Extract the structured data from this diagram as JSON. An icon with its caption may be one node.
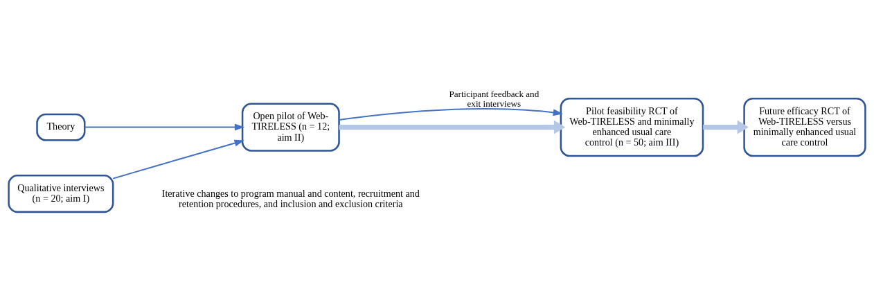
{
  "diagram": {
    "nodes": [
      {
        "text": [
          "Theory"
        ]
      },
      {
        "text": [
          "Qualitative interviews (n = 20; aim I)"
        ]
      },
      {
        "text": [
          "Open pilot of Web-TIRELESS (n = 12; aim II)"
        ]
      },
      {
        "text": [
          "Pilot feasibility RCT of Web-TIRELESS and minimally enhanced usual care control (n = 50; aim III)"
        ]
      },
      {
        "text": [
          "Future efficacy RCT of Web-TIRELESS versus minimally enhanced usual care control"
        ]
      }
    ],
    "edges": [
      {
        "from": 0,
        "to": 2,
        "arrow": "to"
      },
      {
        "from": 1,
        "to": 2,
        "arrow": "to"
      },
      {
        "from": 2,
        "to": 3,
        "arrow": "to",
        "label": "Participant feedback and exit interviews"
      },
      {
        "from": 2,
        "to": 3,
        "arrow": "to",
        "style": "thick",
        "color": "#b4c7e7"
      },
      {
        "from": 3,
        "to": 4,
        "arrow": "to",
        "style": "thick",
        "color": "#b4c7e7"
      }
    ],
    "labels": [
      "Iterative changes to program manual and content, recruitment and retention procedures, and inclusion and exclusion criteria"
    ]
  }
}
